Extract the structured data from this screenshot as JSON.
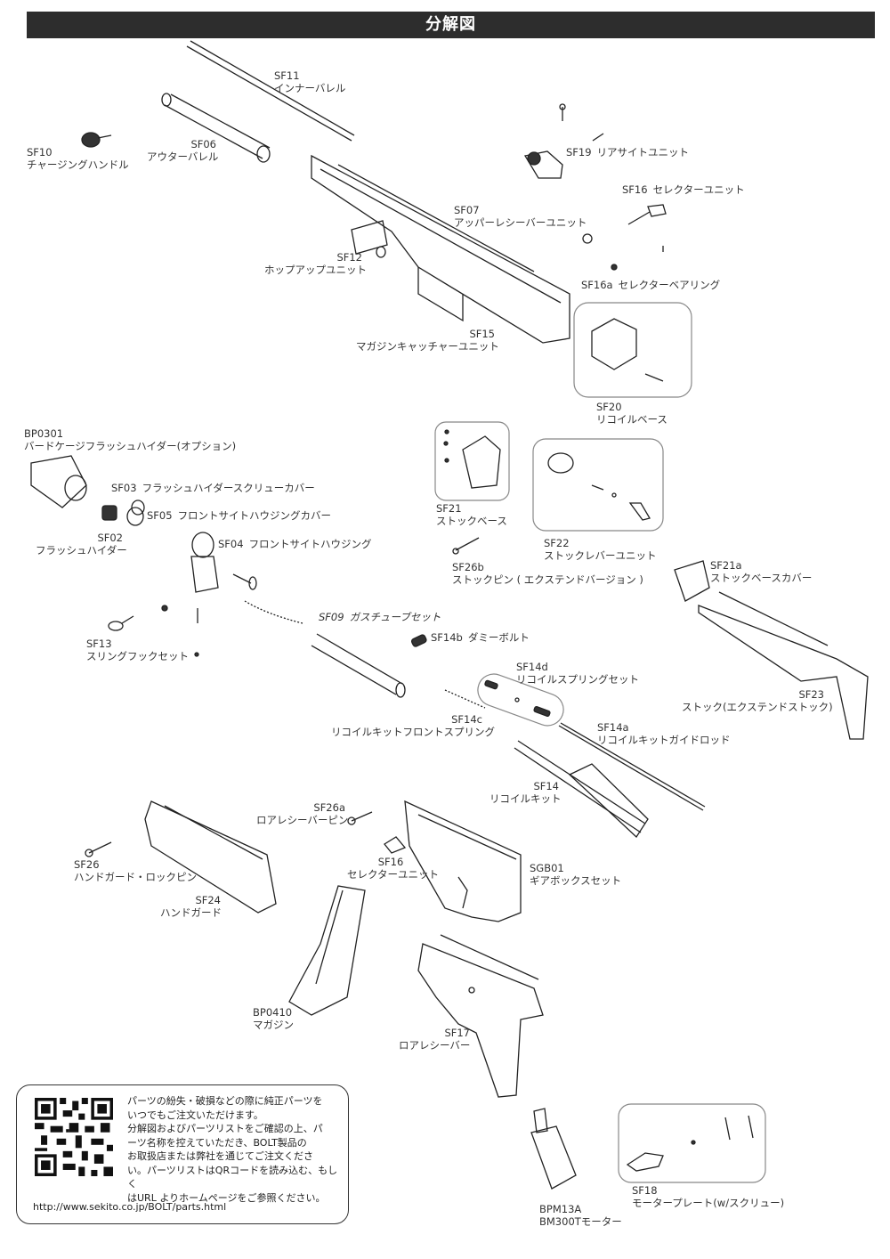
{
  "header": {
    "title": "分解図"
  },
  "parts": {
    "sf11": {
      "code": "SF11",
      "name": "インナーバレル"
    },
    "sf06": {
      "code": "SF06",
      "name": "アウターバレル"
    },
    "sf10": {
      "code": "SF10",
      "name": "チャージングハンドル"
    },
    "sf19": {
      "code": "SF19",
      "name": "リアサイトユニット"
    },
    "sf16_top": {
      "code": "SF16",
      "name": "セレクターユニット"
    },
    "sf07": {
      "code": "SF07",
      "name": "アッパーレシーバーユニット"
    },
    "sf12": {
      "code": "SF12",
      "name": "ホップアップユニット"
    },
    "sf16a": {
      "code": "SF16a",
      "name": "セレクターベアリング"
    },
    "sf15": {
      "code": "SF15",
      "name": "マガジンキャッチャーユニット"
    },
    "sf20": {
      "code": "SF20",
      "name": "リコイルベース"
    },
    "bp0301": {
      "code": "BP0301",
      "name": "バードケージフラッシュハイダー(オプション)"
    },
    "sf03": {
      "code": "SF03",
      "name": "フラッシュハイダースクリューカバー"
    },
    "sf05": {
      "code": "SF05",
      "name": "フロントサイトハウジングカバー"
    },
    "sf02": {
      "code": "SF02",
      "name": "フラッシュハイダー"
    },
    "sf04": {
      "code": "SF04",
      "name": "フロントサイトハウジング"
    },
    "sf21": {
      "code": "SF21",
      "name": "ストックベース"
    },
    "sf22": {
      "code": "SF22",
      "name": "ストックレバーユニット"
    },
    "sf26b": {
      "code": "SF26b",
      "name": "ストックピン ( エクステンドバージョン )"
    },
    "sf21a": {
      "code": "SF21a",
      "name": "ストックベースカバー"
    },
    "sf09": {
      "code": "SF09",
      "name": "ガスチューブセット"
    },
    "sf14b": {
      "code": "SF14b",
      "name": "ダミーボルト"
    },
    "sf13": {
      "code": "SF13",
      "name": "スリングフックセット"
    },
    "sf14d": {
      "code": "SF14d",
      "name": "リコイルスプリングセット"
    },
    "sf23": {
      "code": "SF23",
      "name": "ストック(エクステンドストック)"
    },
    "sf14c": {
      "code": "SF14c",
      "name": "リコイルキットフロントスプリング"
    },
    "sf14a": {
      "code": "SF14a",
      "name": "リコイルキットガイドロッド"
    },
    "sf14": {
      "code": "SF14",
      "name": "リコイルキット"
    },
    "sf26a": {
      "code": "SF26a",
      "name": "ロアレシーバーピン"
    },
    "sf26": {
      "code": "SF26",
      "name": "ハンドガード・ロックピン"
    },
    "sf16_bottom": {
      "code": "SF16",
      "name": "セレクターユニット"
    },
    "sgb01": {
      "code": "SGB01",
      "name": "ギアボックスセット"
    },
    "sf24": {
      "code": "SF24",
      "name": "ハンドガード"
    },
    "bp0410": {
      "code": "BP0410",
      "name": "マガジン"
    },
    "sf17": {
      "code": "SF17",
      "name": "ロアレシーバー"
    },
    "bpm13a": {
      "code": "BPM13A",
      "name": "BM300Tモーター"
    },
    "sf18": {
      "code": "SF18",
      "name": "モータープレート(w/スクリュー)"
    }
  },
  "notice": {
    "lines": [
      "パーツの紛失・破損などの際に純正パーツを",
      "いつでもご注文いただけます。",
      "分解図およびパーツリストをご確認の上、パ",
      "ーツ名称を控えていただき、BOLT製品の",
      "お取扱店または弊社を通じてご注文くださ",
      "い。パーツリストはQRコードを読み込む、もしく",
      "はURL よりホームページをご参照ください。"
    ],
    "url": "http://www.sekito.co.jp/BOLT/parts.html",
    "qr_icon": "qr-code-icon"
  },
  "colors": {
    "header_bg": "#2d2d2d",
    "header_text": "#ffffff",
    "ink": "#222222"
  }
}
